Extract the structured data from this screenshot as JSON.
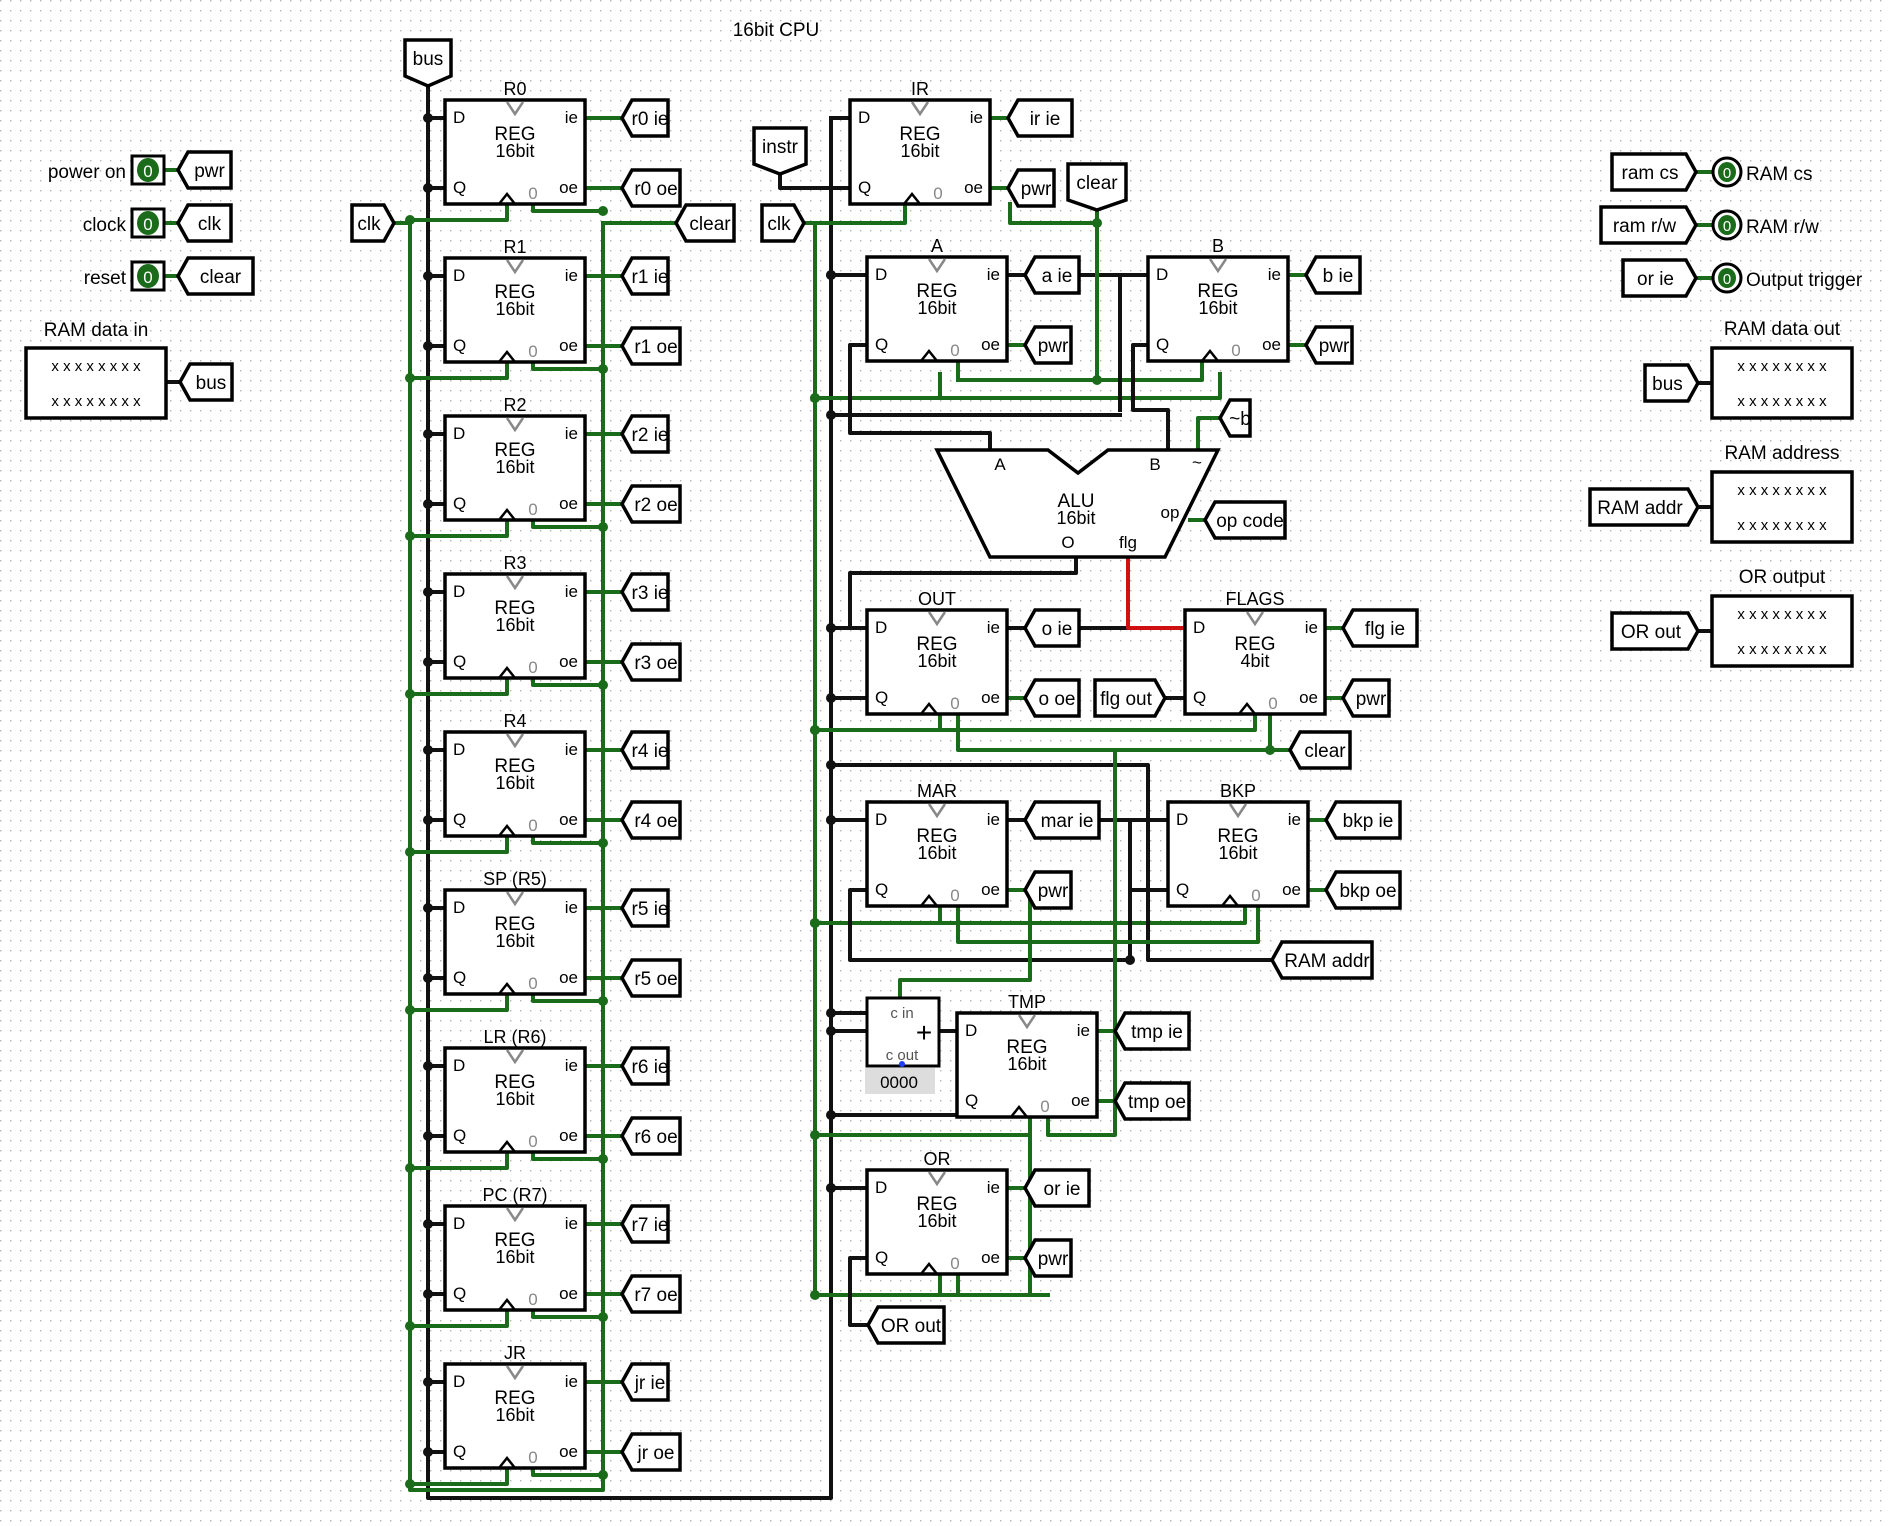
{
  "title": "16bit CPU",
  "colors": {
    "wire_on": "#1a6b1a",
    "wire_off": "#111111",
    "wire_err": "#d01010",
    "grid": "#b5b5b5",
    "pin_fill": "#1a6b1a"
  },
  "register_caption": "REG",
  "pin_labels": {
    "d": "D",
    "q": "Q",
    "ie": "ie",
    "oe": "oe",
    "zero": "0"
  },
  "left_column_registers": [
    {
      "name": "R0",
      "width": "16bit",
      "ie": "r0 ie",
      "oe": "r0 oe"
    },
    {
      "name": "R1",
      "width": "16bit",
      "ie": "r1 ie",
      "oe": "r1 oe"
    },
    {
      "name": "R2",
      "width": "16bit",
      "ie": "r2 ie",
      "oe": "r2 oe"
    },
    {
      "name": "R3",
      "width": "16bit",
      "ie": "r3 ie",
      "oe": "r3 oe"
    },
    {
      "name": "R4",
      "width": "16bit",
      "ie": "r4 ie",
      "oe": "r4 oe"
    },
    {
      "name": "SP (R5)",
      "width": "16bit",
      "ie": "r5 ie",
      "oe": "r5 oe"
    },
    {
      "name": "LR (R6)",
      "width": "16bit",
      "ie": "r6 ie",
      "oe": "r6 oe"
    },
    {
      "name": "PC (R7)",
      "width": "16bit",
      "ie": "r7 ie",
      "oe": "r7 oe"
    },
    {
      "name": "JR",
      "width": "16bit",
      "ie": "jr ie",
      "oe": "jr oe"
    }
  ],
  "datapath_registers": [
    {
      "name": "IR",
      "width": "16bit",
      "ie": "ir ie",
      "oe": "pwr"
    },
    {
      "name": "A",
      "width": "16bit",
      "ie": "a ie",
      "oe": "pwr"
    },
    {
      "name": "B",
      "width": "16bit",
      "ie": "b ie",
      "oe": "pwr"
    },
    {
      "name": "OUT",
      "width": "16bit",
      "ie": "o ie",
      "oe": "o oe"
    },
    {
      "name": "FLAGS",
      "width": "4bit",
      "ie": "flg ie",
      "oe": "pwr"
    },
    {
      "name": "MAR",
      "width": "16bit",
      "ie": "mar ie",
      "oe": "pwr"
    },
    {
      "name": "BKP",
      "width": "16bit",
      "ie": "bkp ie",
      "oe": "bkp oe"
    },
    {
      "name": "TMP",
      "width": "16bit",
      "ie": "tmp ie",
      "oe": "tmp oe"
    },
    {
      "name": "OR",
      "width": "16bit",
      "ie": "or ie",
      "oe": "pwr"
    }
  ],
  "tunnels": {
    "bus": "bus",
    "clk": "clk",
    "clear": "clear",
    "instr": "instr",
    "not_b": "~b",
    "op_code": "op code",
    "flg_out": "flg out",
    "ram_addr": "RAM addr",
    "or_out": "OR out",
    "pwr": "pwr"
  },
  "alu": {
    "name": "ALU",
    "width": "16bit",
    "in_a": "A",
    "in_b": "B",
    "invert": "~",
    "op": "op",
    "out": "O",
    "flag": "flg"
  },
  "adder": {
    "c_in": "c in",
    "c_out": "c out",
    "plus": "+",
    "constant": "0000"
  },
  "inputs": [
    {
      "label": "power on",
      "value": "0",
      "tunnel": "pwr"
    },
    {
      "label": "clock",
      "value": "0",
      "tunnel": "clk"
    },
    {
      "label": "reset",
      "value": "0",
      "tunnel": "clear"
    }
  ],
  "ram_data_in": {
    "label": "RAM data in",
    "pins": "x x x x x x x x",
    "tunnel": "bus"
  },
  "outputs": [
    {
      "tunnel": "ram cs",
      "value": "0",
      "label": "RAM cs"
    },
    {
      "tunnel": "ram r/w",
      "value": "0",
      "label": "RAM r/w"
    },
    {
      "tunnel": "or ie",
      "value": "0",
      "label": "Output trigger"
    }
  ],
  "wide_outputs": [
    {
      "label": "RAM data out",
      "tunnel": "bus",
      "pins": "x x x x x x x x"
    },
    {
      "label": "RAM address",
      "tunnel": "RAM addr",
      "pins": "x x x x x x x x"
    },
    {
      "label": "OR output",
      "tunnel": "OR out",
      "pins": "x x x x x x x x"
    }
  ]
}
